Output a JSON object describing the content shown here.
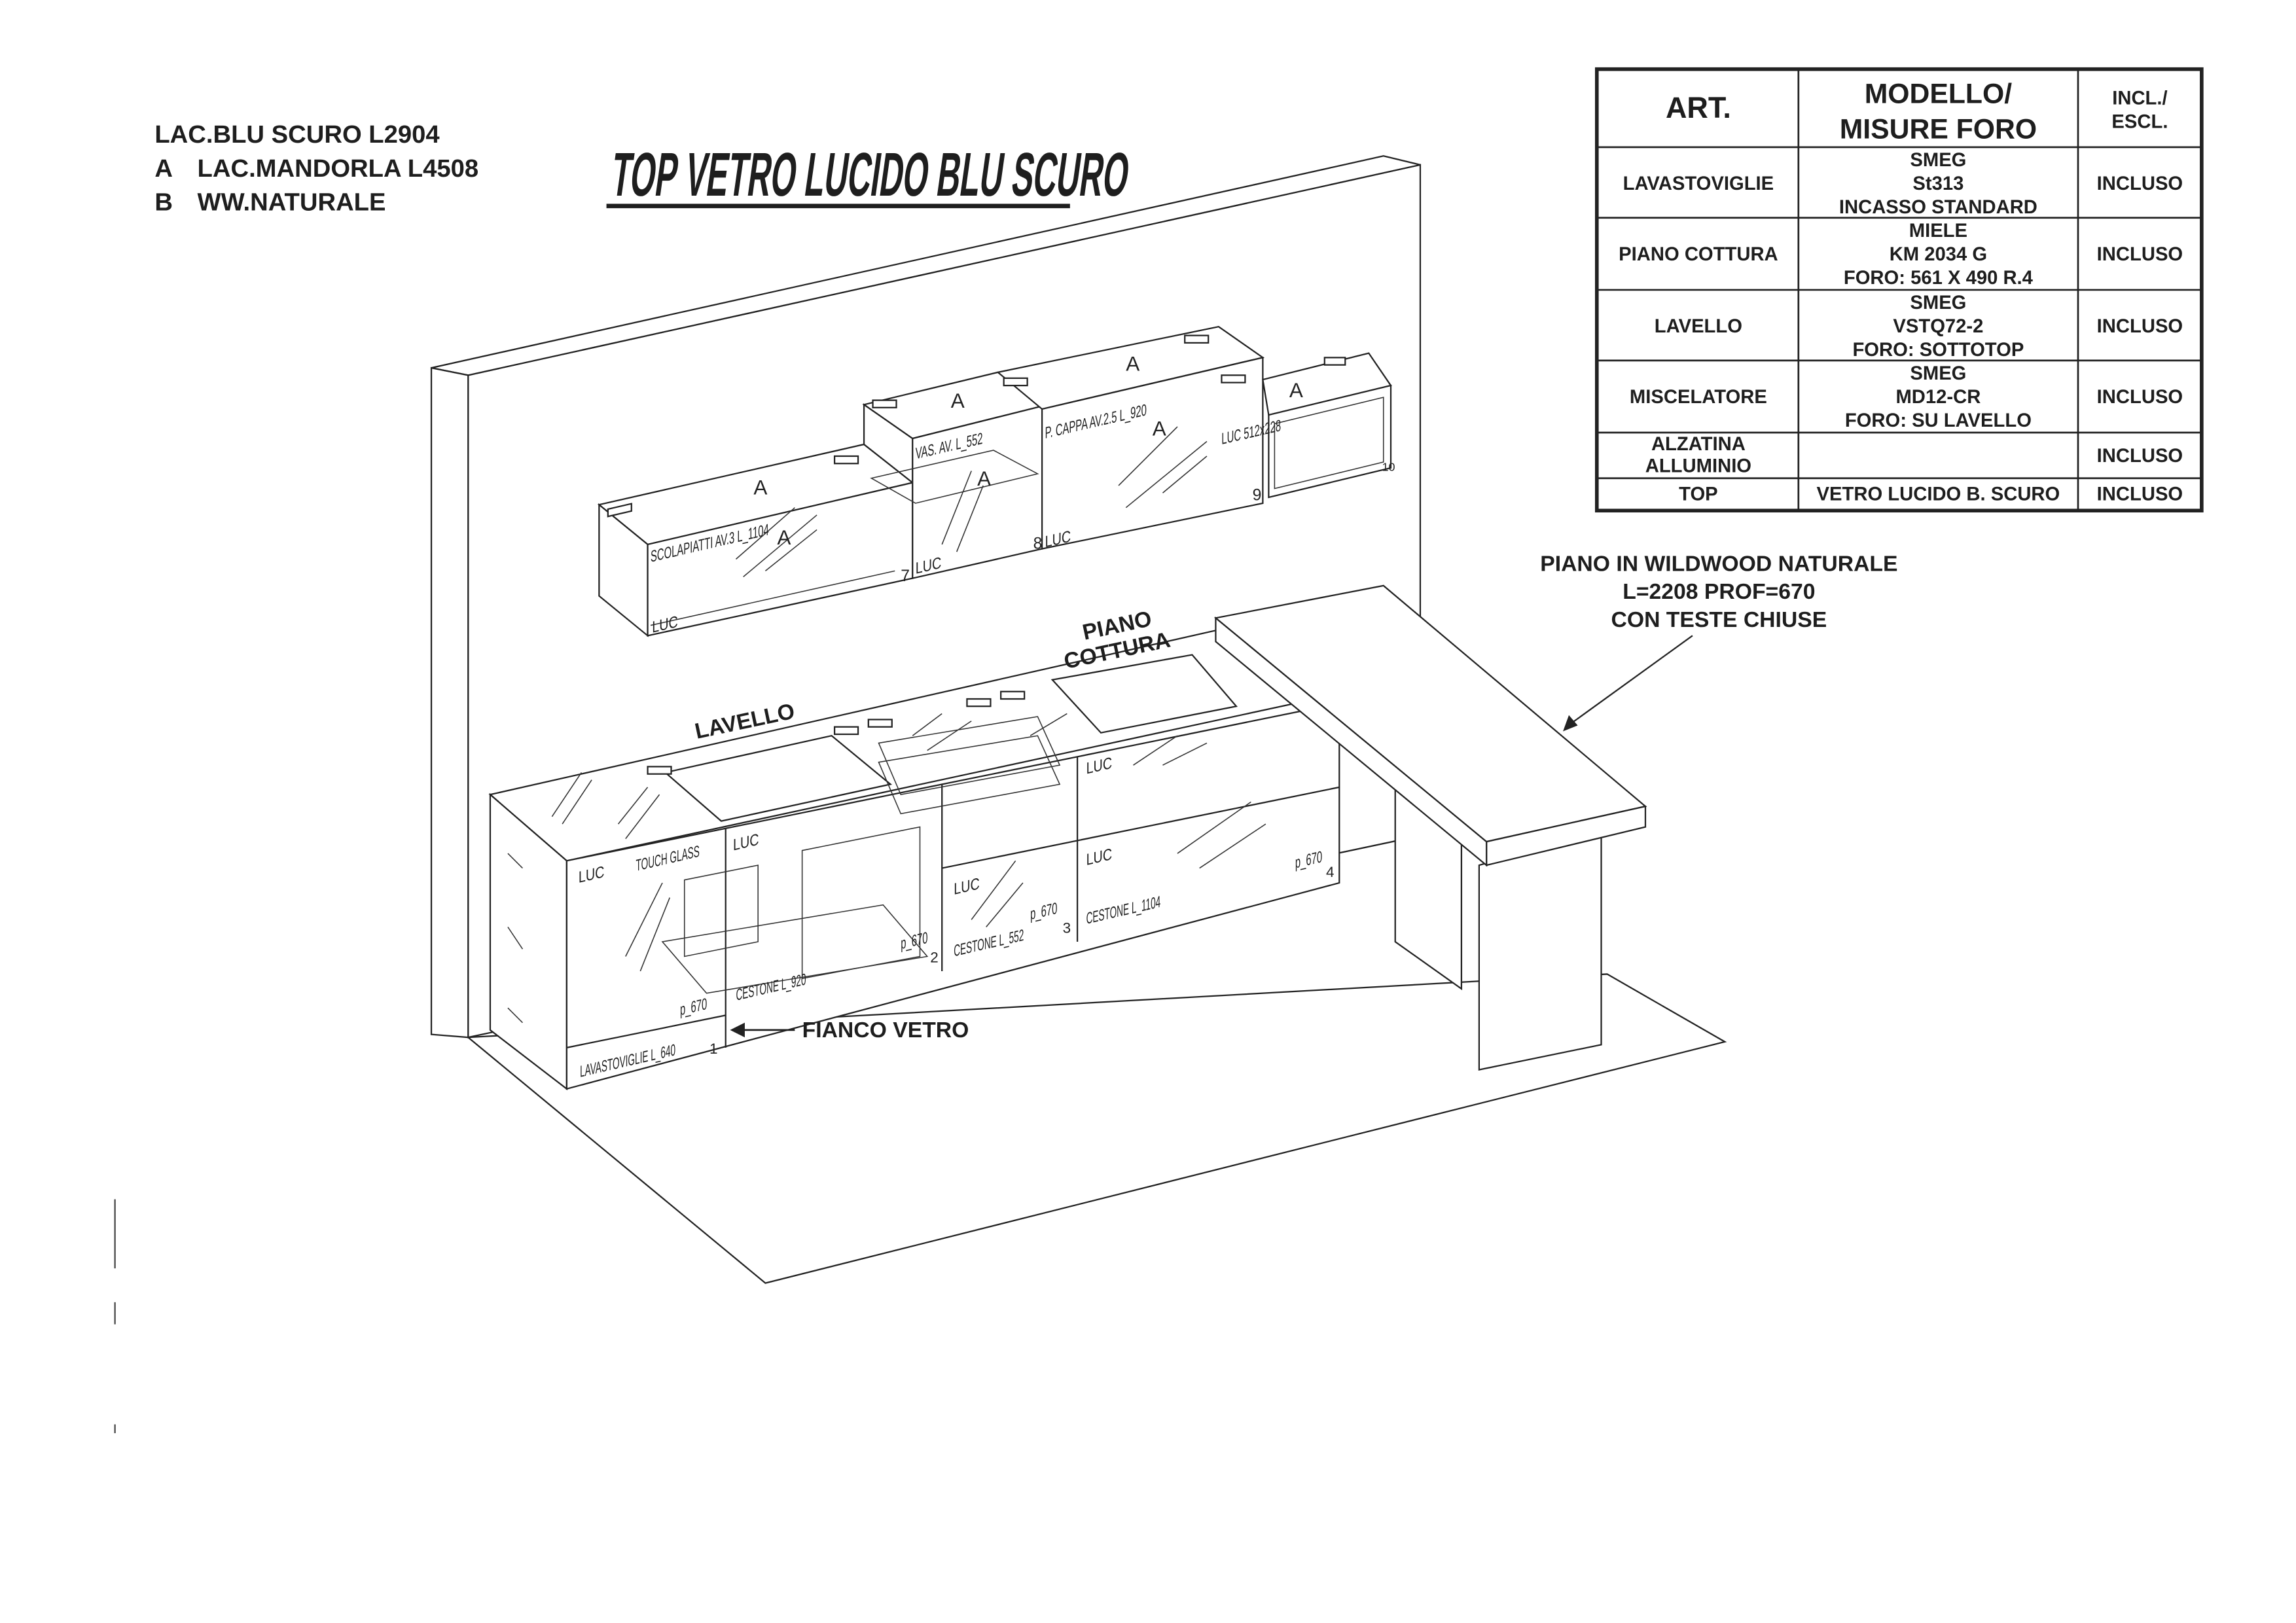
{
  "legend": [
    {
      "key": "",
      "text": "LAC.BLU SCURO L2904"
    },
    {
      "key": "A",
      "text": "LAC.MANDORLA L4508"
    },
    {
      "key": "B",
      "text": "WW.NATURALE"
    }
  ],
  "title": "TOP VETRO LUCIDO BLU SCURO",
  "table": {
    "headers": {
      "art": "ART.",
      "model_1": "MODELLO/",
      "model_2": "MISURE FORO",
      "incl_1": "INCL./",
      "incl_2": "ESCL."
    },
    "rows": [
      {
        "art": [
          "LAVASTOVIGLIE"
        ],
        "model": [
          "SMEG",
          "St313",
          "INCASSO STANDARD"
        ],
        "incl": "INCLUSO"
      },
      {
        "art": [
          "PIANO COTTURA"
        ],
        "model": [
          "MIELE",
          "KM 2034 G",
          "FORO: 561 X 490 R.4"
        ],
        "incl": "INCLUSO"
      },
      {
        "art": [
          "LAVELLO"
        ],
        "model": [
          "SMEG",
          "VSTQ72-2",
          "FORO: SOTTOTOP"
        ],
        "incl": "INCLUSO"
      },
      {
        "art": [
          "MISCELATORE"
        ],
        "model": [
          "SMEG",
          "MD12-CR",
          "FORO: SU LAVELLO"
        ],
        "incl": "INCLUSO"
      },
      {
        "art": [
          "ALZATINA",
          "ALLUMINIO"
        ],
        "model": [],
        "incl": "INCLUSO"
      },
      {
        "art": [
          "TOP"
        ],
        "model": [
          "VETRO LUCIDO B. SCURO"
        ],
        "incl": "INCLUSO"
      }
    ]
  },
  "annotations": {
    "wildwood": [
      "PIANO IN WILDWOOD NATURALE",
      "L=2208 PROF=670",
      "CON TESTE CHIUSE"
    ],
    "piano_cottura": [
      "PIANO",
      "COTTURA"
    ],
    "lavello": "LAVELLO",
    "fianco_vetro": "FIANCO VETRO"
  },
  "cabinet_labels": {
    "scolapiatti": "SCOLAPIATTI AV.3 L_1104",
    "vas": "VAS. AV.  L_552",
    "cappa": "P. CAPPA AV.2.5 L_920",
    "luc_open": "LUC 512x228",
    "luc": "LUC",
    "touch_glass": "TOUCH GLASS",
    "cestone_920": "CESTONE L_920",
    "cestone_552": "CESTONE L_552",
    "cestone_1104": "CESTONE L_1104",
    "lavastoviglie": "LAVASTOVIGLIE L_640",
    "depth": "p_670",
    "finish_a": "A",
    "n1": "1",
    "n2": "2",
    "n3": "3",
    "n4": "4",
    "n7": "7",
    "n8": "8",
    "n9": "9",
    "n10": "10"
  }
}
